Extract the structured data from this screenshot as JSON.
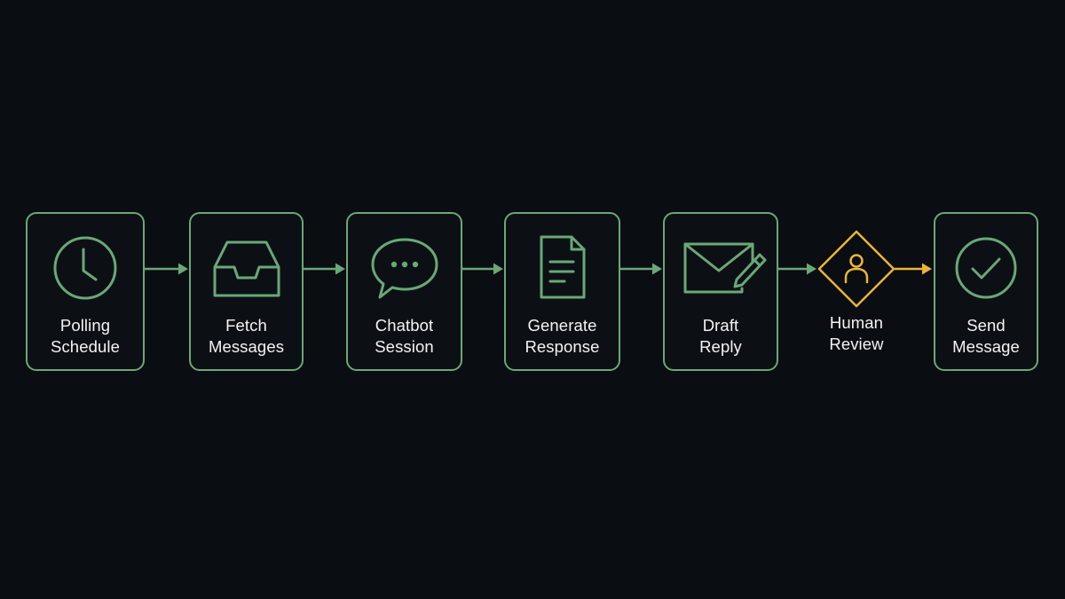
{
  "colors": {
    "background": "#0a0d12",
    "step_stroke": "#6aa877",
    "decision_stroke": "#e9b635",
    "label_text": "#f3f4f6"
  },
  "steps": [
    {
      "id": "polling-schedule",
      "icon": "clock-icon",
      "line1": "Polling",
      "line2": "Schedule"
    },
    {
      "id": "fetch-messages",
      "icon": "inbox-tray-icon",
      "line1": "Fetch",
      "line2": "Messages"
    },
    {
      "id": "chatbot-session",
      "icon": "chat-bubble-icon",
      "line1": "Chatbot",
      "line2": "Session"
    },
    {
      "id": "generate-response",
      "icon": "document-icon",
      "line1": "Generate",
      "line2": "Response"
    },
    {
      "id": "draft-reply",
      "icon": "envelope-pencil-icon",
      "line1": "Draft",
      "line2": "Reply"
    }
  ],
  "decision": {
    "id": "human-review",
    "icon": "person-icon",
    "line1": "Human",
    "line2": "Review"
  },
  "final_step": {
    "id": "send-message",
    "icon": "check-circle-icon",
    "line1": "Send",
    "line2": "Message"
  }
}
